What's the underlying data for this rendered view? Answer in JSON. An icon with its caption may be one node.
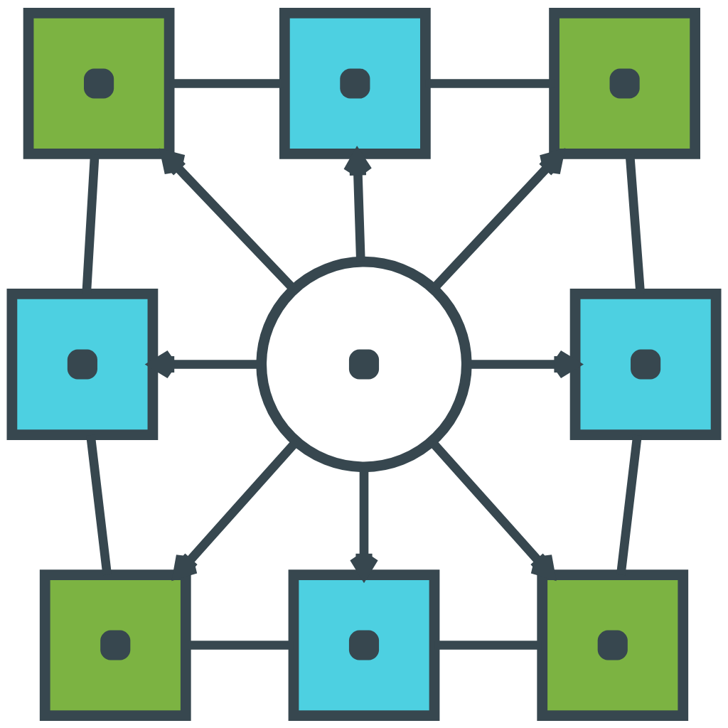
{
  "diagram": {
    "nodes": [
      {
        "text": [],
        "shape": "box"
      },
      {
        "text": [],
        "shape": "box"
      },
      {
        "text": [],
        "shape": "box"
      },
      {
        "text": [],
        "shape": "box"
      },
      {
        "text": [],
        "shape": "circle"
      },
      {
        "text": [],
        "shape": "box"
      },
      {
        "text": [],
        "shape": "box"
      },
      {
        "text": [],
        "shape": "box"
      },
      {
        "text": [],
        "shape": "box"
      }
    ],
    "edges": [
      {
        "from": 4,
        "to": 0,
        "arrow": "to"
      },
      {
        "from": 4,
        "to": 1,
        "arrow": "to"
      },
      {
        "from": 4,
        "to": 2,
        "arrow": "to"
      },
      {
        "from": 4,
        "to": 3,
        "arrow": "to"
      },
      {
        "from": 4,
        "to": 5,
        "arrow": "to"
      },
      {
        "from": 4,
        "to": 6,
        "arrow": "to"
      },
      {
        "from": 4,
        "to": 7,
        "arrow": "to"
      },
      {
        "from": 4,
        "to": 8,
        "arrow": "to"
      },
      {
        "from": 0,
        "to": 1,
        "arrow": "none"
      },
      {
        "from": 1,
        "to": 2,
        "arrow": "none"
      },
      {
        "from": 0,
        "to": 3,
        "arrow": "none"
      },
      {
        "from": 2,
        "to": 5,
        "arrow": "none"
      },
      {
        "from": 3,
        "to": 6,
        "arrow": "none"
      },
      {
        "from": 5,
        "to": 8,
        "arrow": "none"
      },
      {
        "from": 6,
        "to": 7,
        "arrow": "none"
      },
      {
        "from": 7,
        "to": 8,
        "arrow": "none"
      }
    ]
  }
}
